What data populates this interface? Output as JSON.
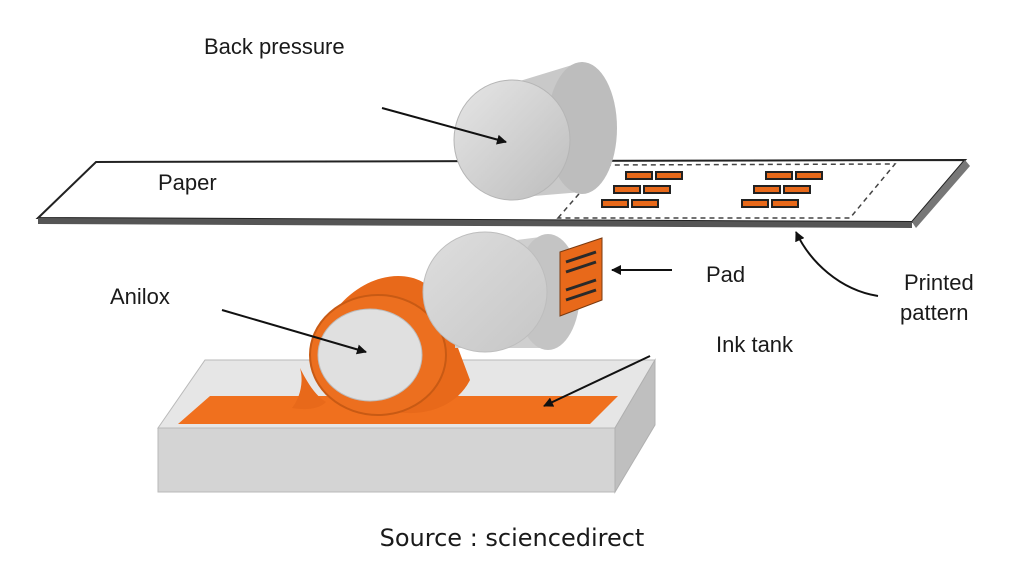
{
  "labels": {
    "back_pressure": "Back pressure",
    "paper": "Paper",
    "pad": "Pad",
    "anilox": "Anilox",
    "printed_line1": "Printed",
    "printed_line2": "pattern",
    "ink_tank": "Ink tank"
  },
  "source": "Source : sciencedirect",
  "colors": {
    "ink": "#f0701e",
    "ink_dark": "#c85a14",
    "roller_gray": "#d2d2d2",
    "tank_gray": "#dcdcdc"
  }
}
